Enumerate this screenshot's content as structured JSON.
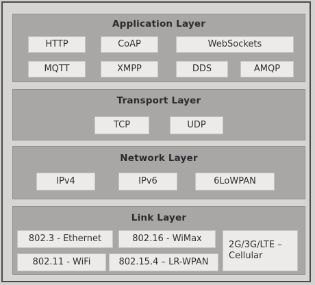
{
  "layers": {
    "application": {
      "title": "Application Layer",
      "protocols": [
        "HTTP",
        "CoAP",
        "WebSockets",
        "MQTT",
        "XMPP",
        "DDS",
        "AMQP"
      ]
    },
    "transport": {
      "title": "Transport Layer",
      "protocols": [
        "TCP",
        "UDP"
      ]
    },
    "network": {
      "title": "Network Layer",
      "protocols": [
        "IPv4",
        "IPv6",
        "6LoWPAN"
      ]
    },
    "link": {
      "title": "Link Layer",
      "protocols": [
        "802.3 - Ethernet",
        "802.16 - WiMax",
        "2G/3G/LTE – Cellular",
        "802.11 - WiFi",
        "802.15.4 – LR-WPAN"
      ]
    }
  }
}
